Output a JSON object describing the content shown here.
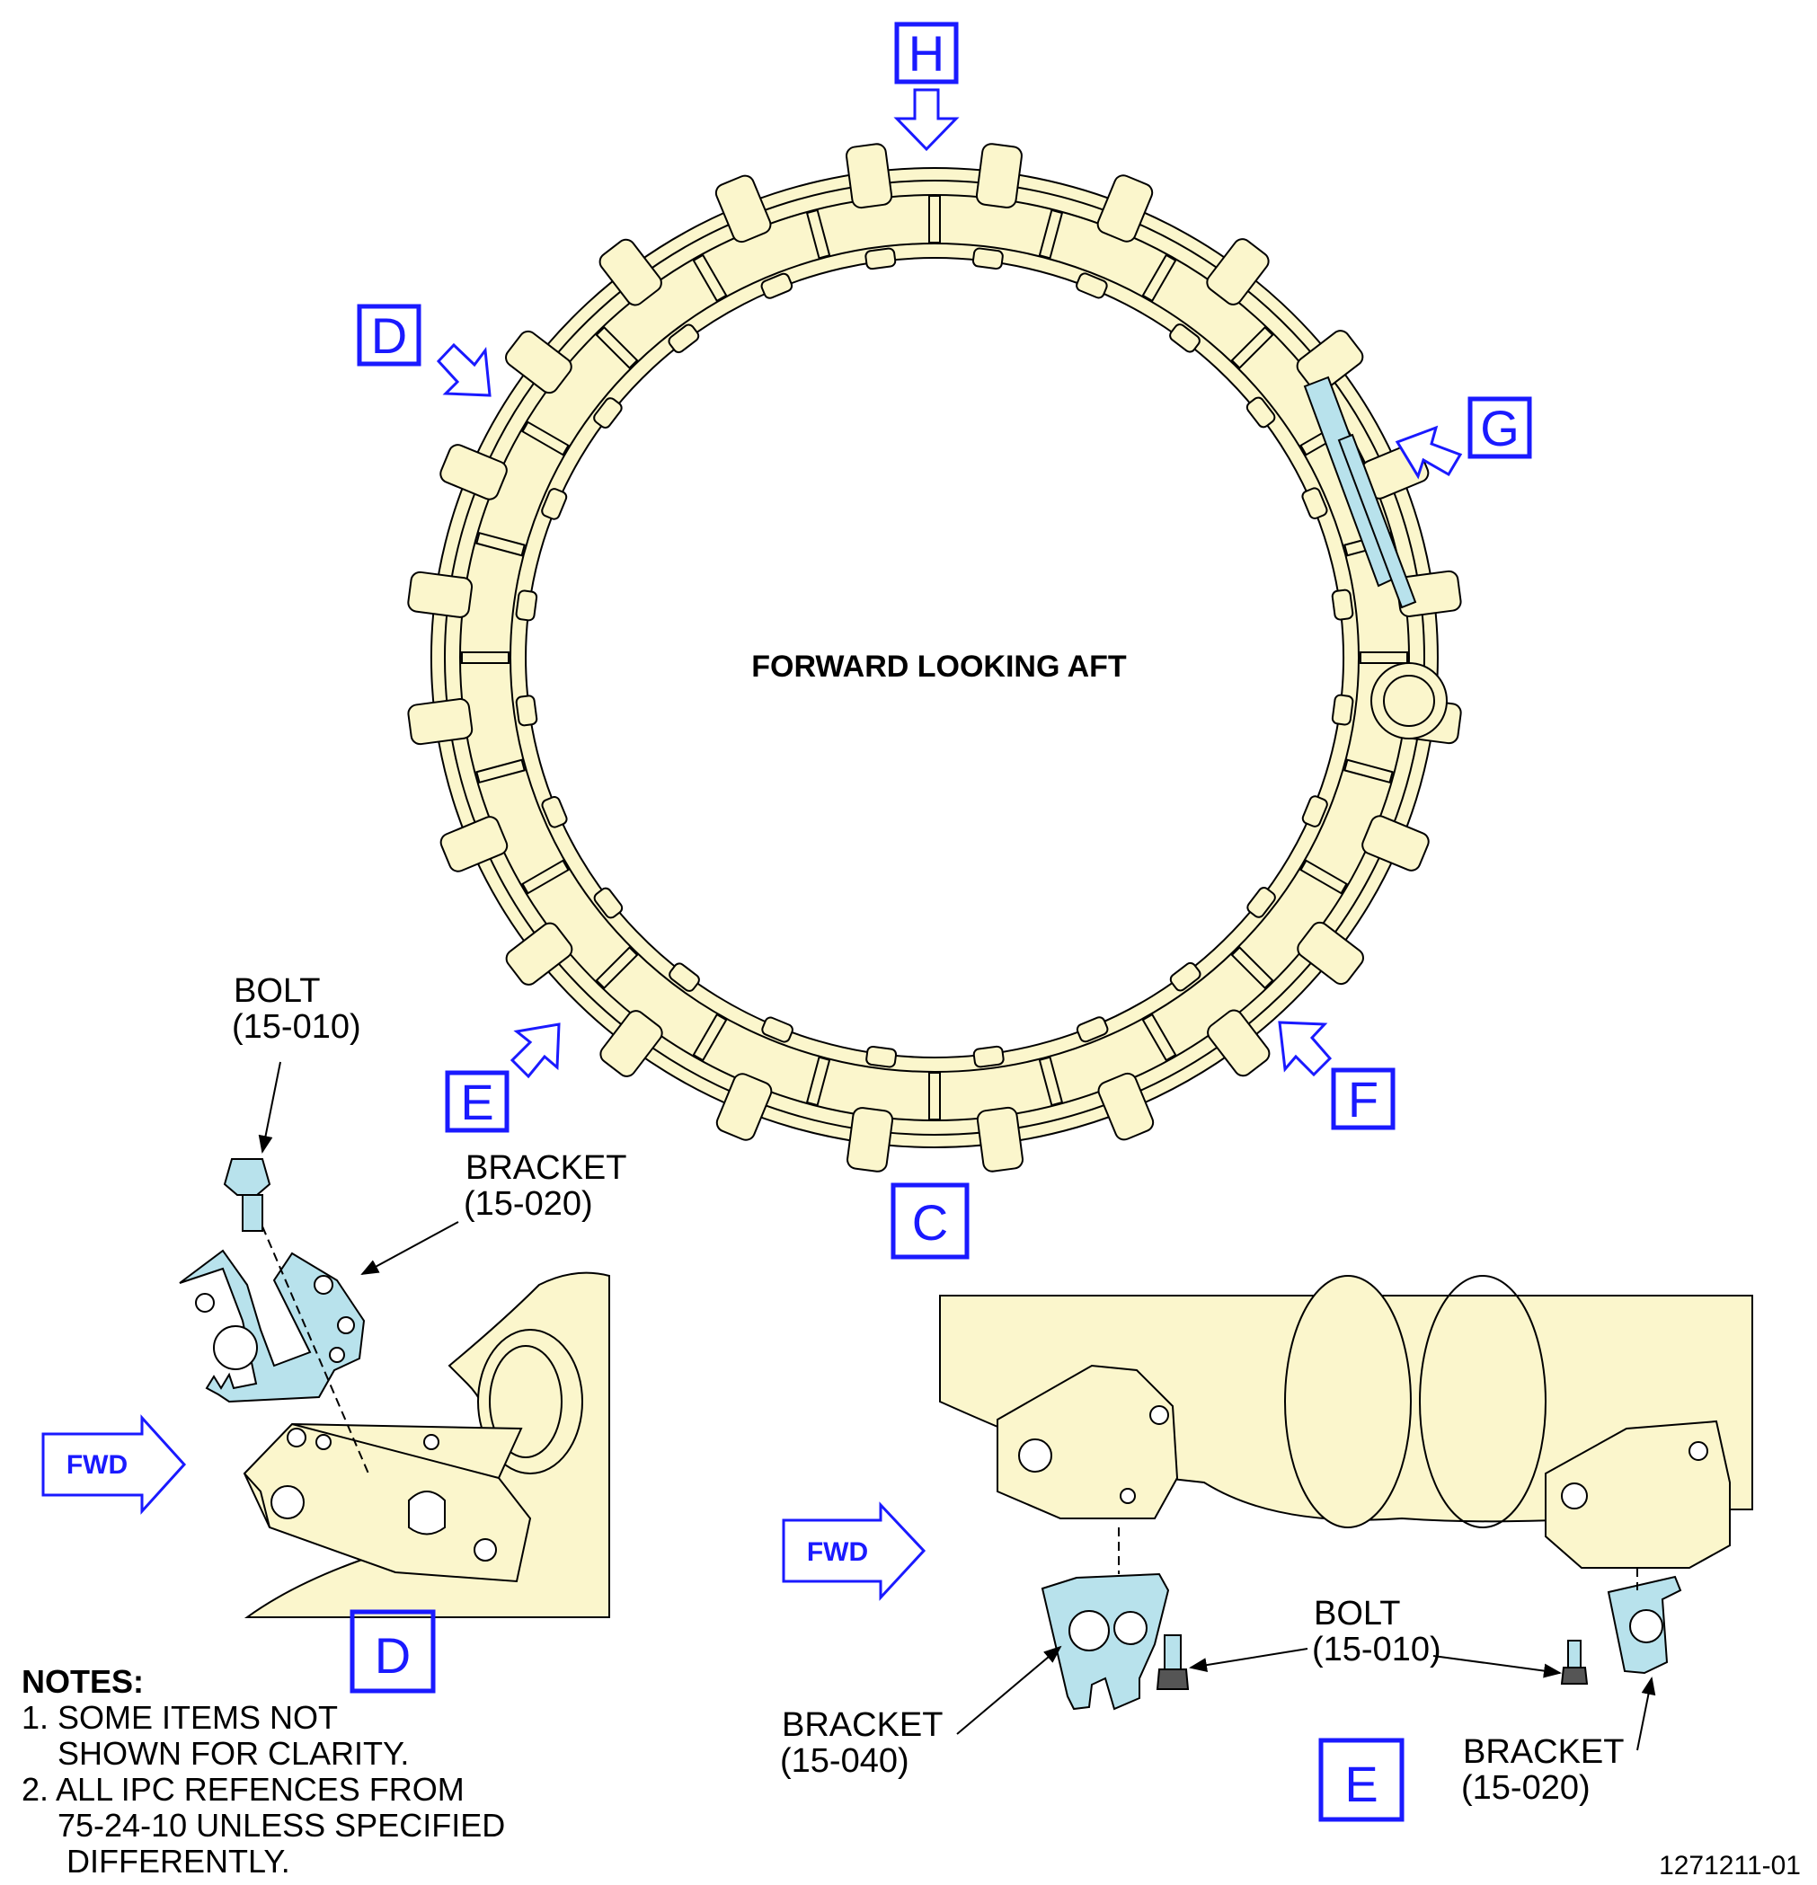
{
  "colors": {
    "part_fill": "#fbf6cc",
    "bracket_fill": "#b8e2ec",
    "view_callout": "#1a1aff",
    "line": "#000000"
  },
  "title": "FORWARD LOOKING AFT",
  "view_callouts": {
    "H": "H",
    "D": "D",
    "G": "G",
    "E": "E",
    "F": "F",
    "C": "C",
    "D_detail": "D",
    "E_detail": "E"
  },
  "fwd_arrows": [
    "FWD",
    "FWD"
  ],
  "callouts": {
    "d_bolt_name": "BOLT",
    "d_bolt_ref": "(15-010)",
    "d_bracket_name": "BRACKET",
    "d_bracket_ref": "(15-020)",
    "e_bolt_name": "BOLT",
    "e_bolt_ref": "(15-010)",
    "e_bracket1_name": "BRACKET",
    "e_bracket1_ref": "(15-040)",
    "e_bracket2_name": "BRACKET",
    "e_bracket2_ref": "(15-020)"
  },
  "notes": {
    "heading": "NOTES:",
    "lines": [
      "1. SOME ITEMS NOT",
      "    SHOWN FOR CLARITY.",
      "2. ALL IPC REFENCES FROM",
      "    75-24-10 UNLESS SPECIFIED",
      "     DIFFERENTLY."
    ]
  },
  "figure_number": "1271211-01"
}
